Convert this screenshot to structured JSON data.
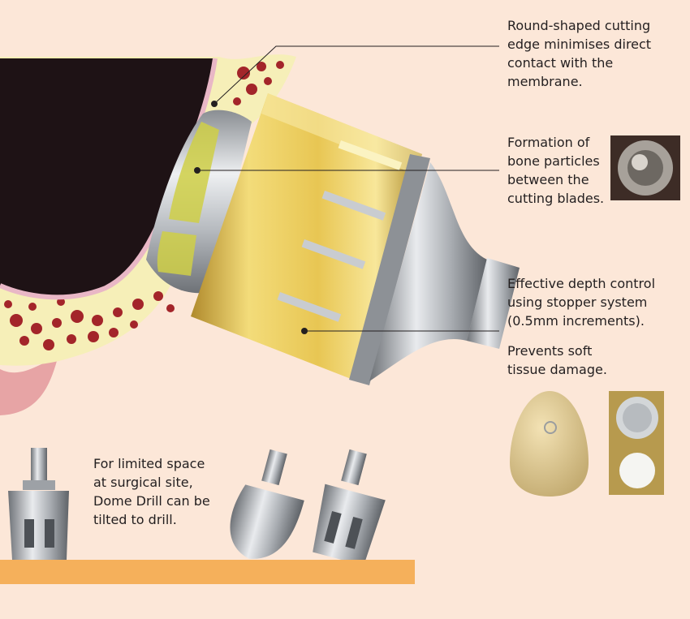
{
  "callouts": {
    "cutting_edge": "Round-shaped cutting\nedge minimises direct\ncontact with the\nmembrane.",
    "bone_particles": "Formation of\nbone particles\nbetween the\ncutting blades.",
    "depth_control": "Effective depth control\nusing stopper system\n(0.5mm increments).",
    "soft_tissue": "Prevents soft\ntissue damage.",
    "limited_space": "For limited space\nat surgical site,\nDome Drill can be\ntilted to drill."
  },
  "colors": {
    "background": "#fce7d8",
    "bone": "#f6efb8",
    "marrow": "#a3252a",
    "sinus": "#1e1215",
    "membrane": "#e9b7c6",
    "gold": "#e3c659",
    "steel": "#c9cdd1",
    "base_bar": "#f5b05b",
    "text": "#231f20"
  },
  "icons": [
    "dome-drill-icon",
    "stopper-icon",
    "egg-photo",
    "membrane-photo",
    "bone-particles-photo"
  ]
}
